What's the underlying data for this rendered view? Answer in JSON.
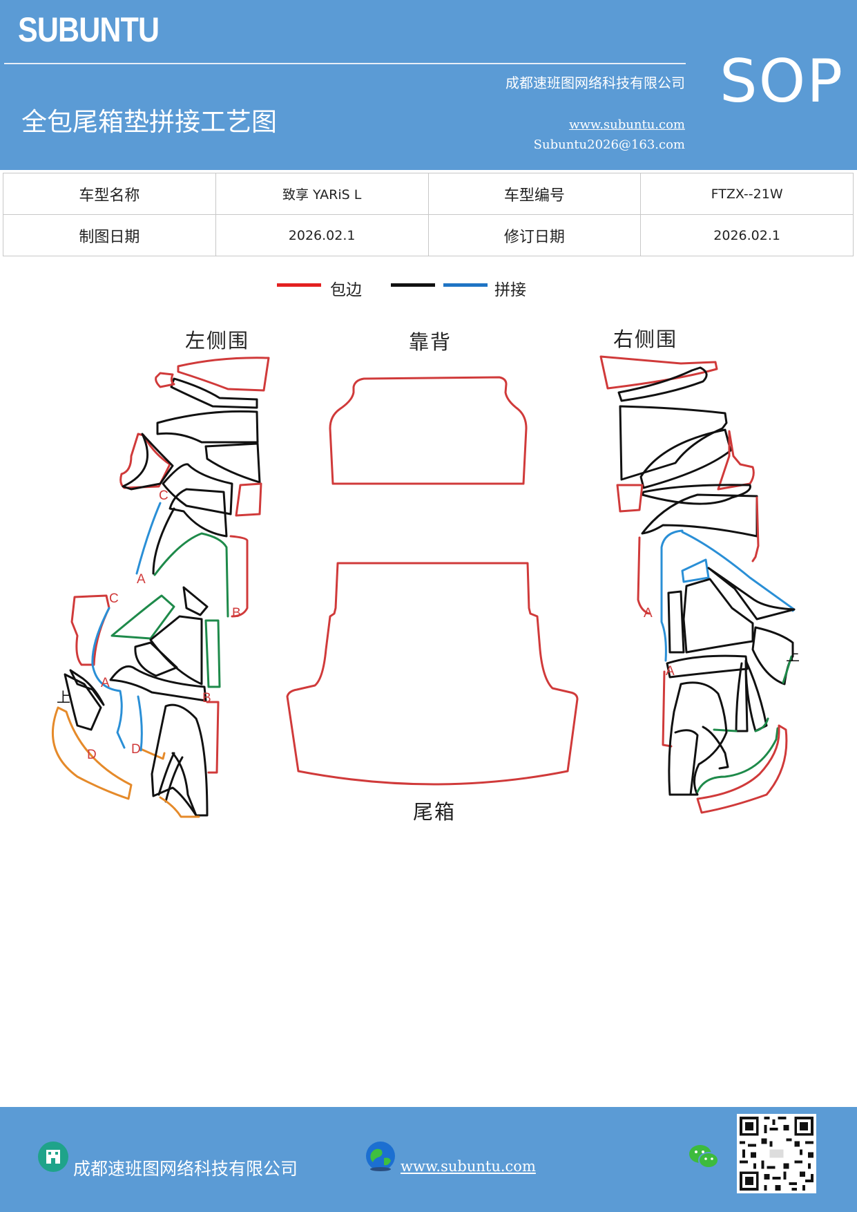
{
  "header": {
    "logo": "SUBUNTU",
    "company": "成都速班图网络科技有限公司",
    "title": "全包尾箱垫拼接工艺图",
    "website": "www.subuntu.com",
    "email": "Subuntu2026@163.com",
    "badge": "SOP"
  },
  "info_table": {
    "rows": [
      [
        "车型名称",
        "致享 YARiS L",
        "车型编号",
        "FTZX--21W"
      ],
      [
        "制图日期",
        "2026.02.1",
        "修订日期",
        "2026.02.1"
      ]
    ]
  },
  "legend": {
    "items": [
      {
        "label": "包边",
        "color": "#e32121"
      },
      {
        "label": "",
        "color": "#111111"
      },
      {
        "label": "拼接",
        "color": "#1f74c4"
      }
    ]
  },
  "sections": {
    "left": "左侧围",
    "back": "靠背",
    "right": "右侧围",
    "trunk": "尾箱"
  },
  "diagram_marks": {
    "a": "A",
    "b": "B",
    "c": "C",
    "d": "D",
    "up": "上"
  },
  "colors": {
    "header_bg": "#5b9bd5",
    "edge_red": "#d03a3a",
    "seam_black": "#111111",
    "seam_blue": "#2a8fd6",
    "seam_green": "#1e8a4a",
    "seam_orange": "#e58a2a"
  },
  "footer": {
    "company": "成都速班图网络科技有限公司",
    "website": "www.subuntu.com"
  }
}
